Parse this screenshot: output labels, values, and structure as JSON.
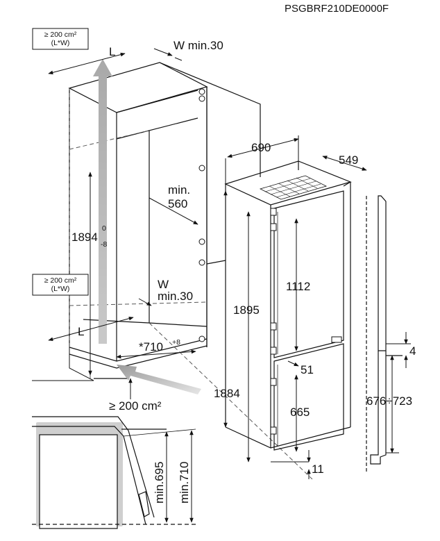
{
  "header": {
    "code": "PSGBRF210DE0000F"
  },
  "labels": {
    "vent_top_1": "≥ 200 cm²",
    "vent_top_2": "(L*W)",
    "vent_mid_1": "≥ 200 cm²",
    "vent_mid_2": "(L*W)",
    "vent_bottom": "≥ 200 cm²",
    "L_top": "L",
    "L_bottom": "L",
    "W_top": "W min.30",
    "W_mid_1": "W",
    "W_mid_2": "min.30",
    "min560_1": "min.",
    "min560_2": "560",
    "h1894": "1894",
    "h1894_sup": "0",
    "h1894_sub": "-8",
    "d710": "*710",
    "d710_sup": "+8",
    "d690": "690",
    "d549": "549",
    "d1112": "1112",
    "d1895": "1895",
    "d1884": "1884",
    "d51": "51",
    "d665": "665",
    "d11": "11",
    "d4": "4",
    "d676": "676÷723",
    "dmin695": "min.695",
    "dmin710": "min.710"
  }
}
